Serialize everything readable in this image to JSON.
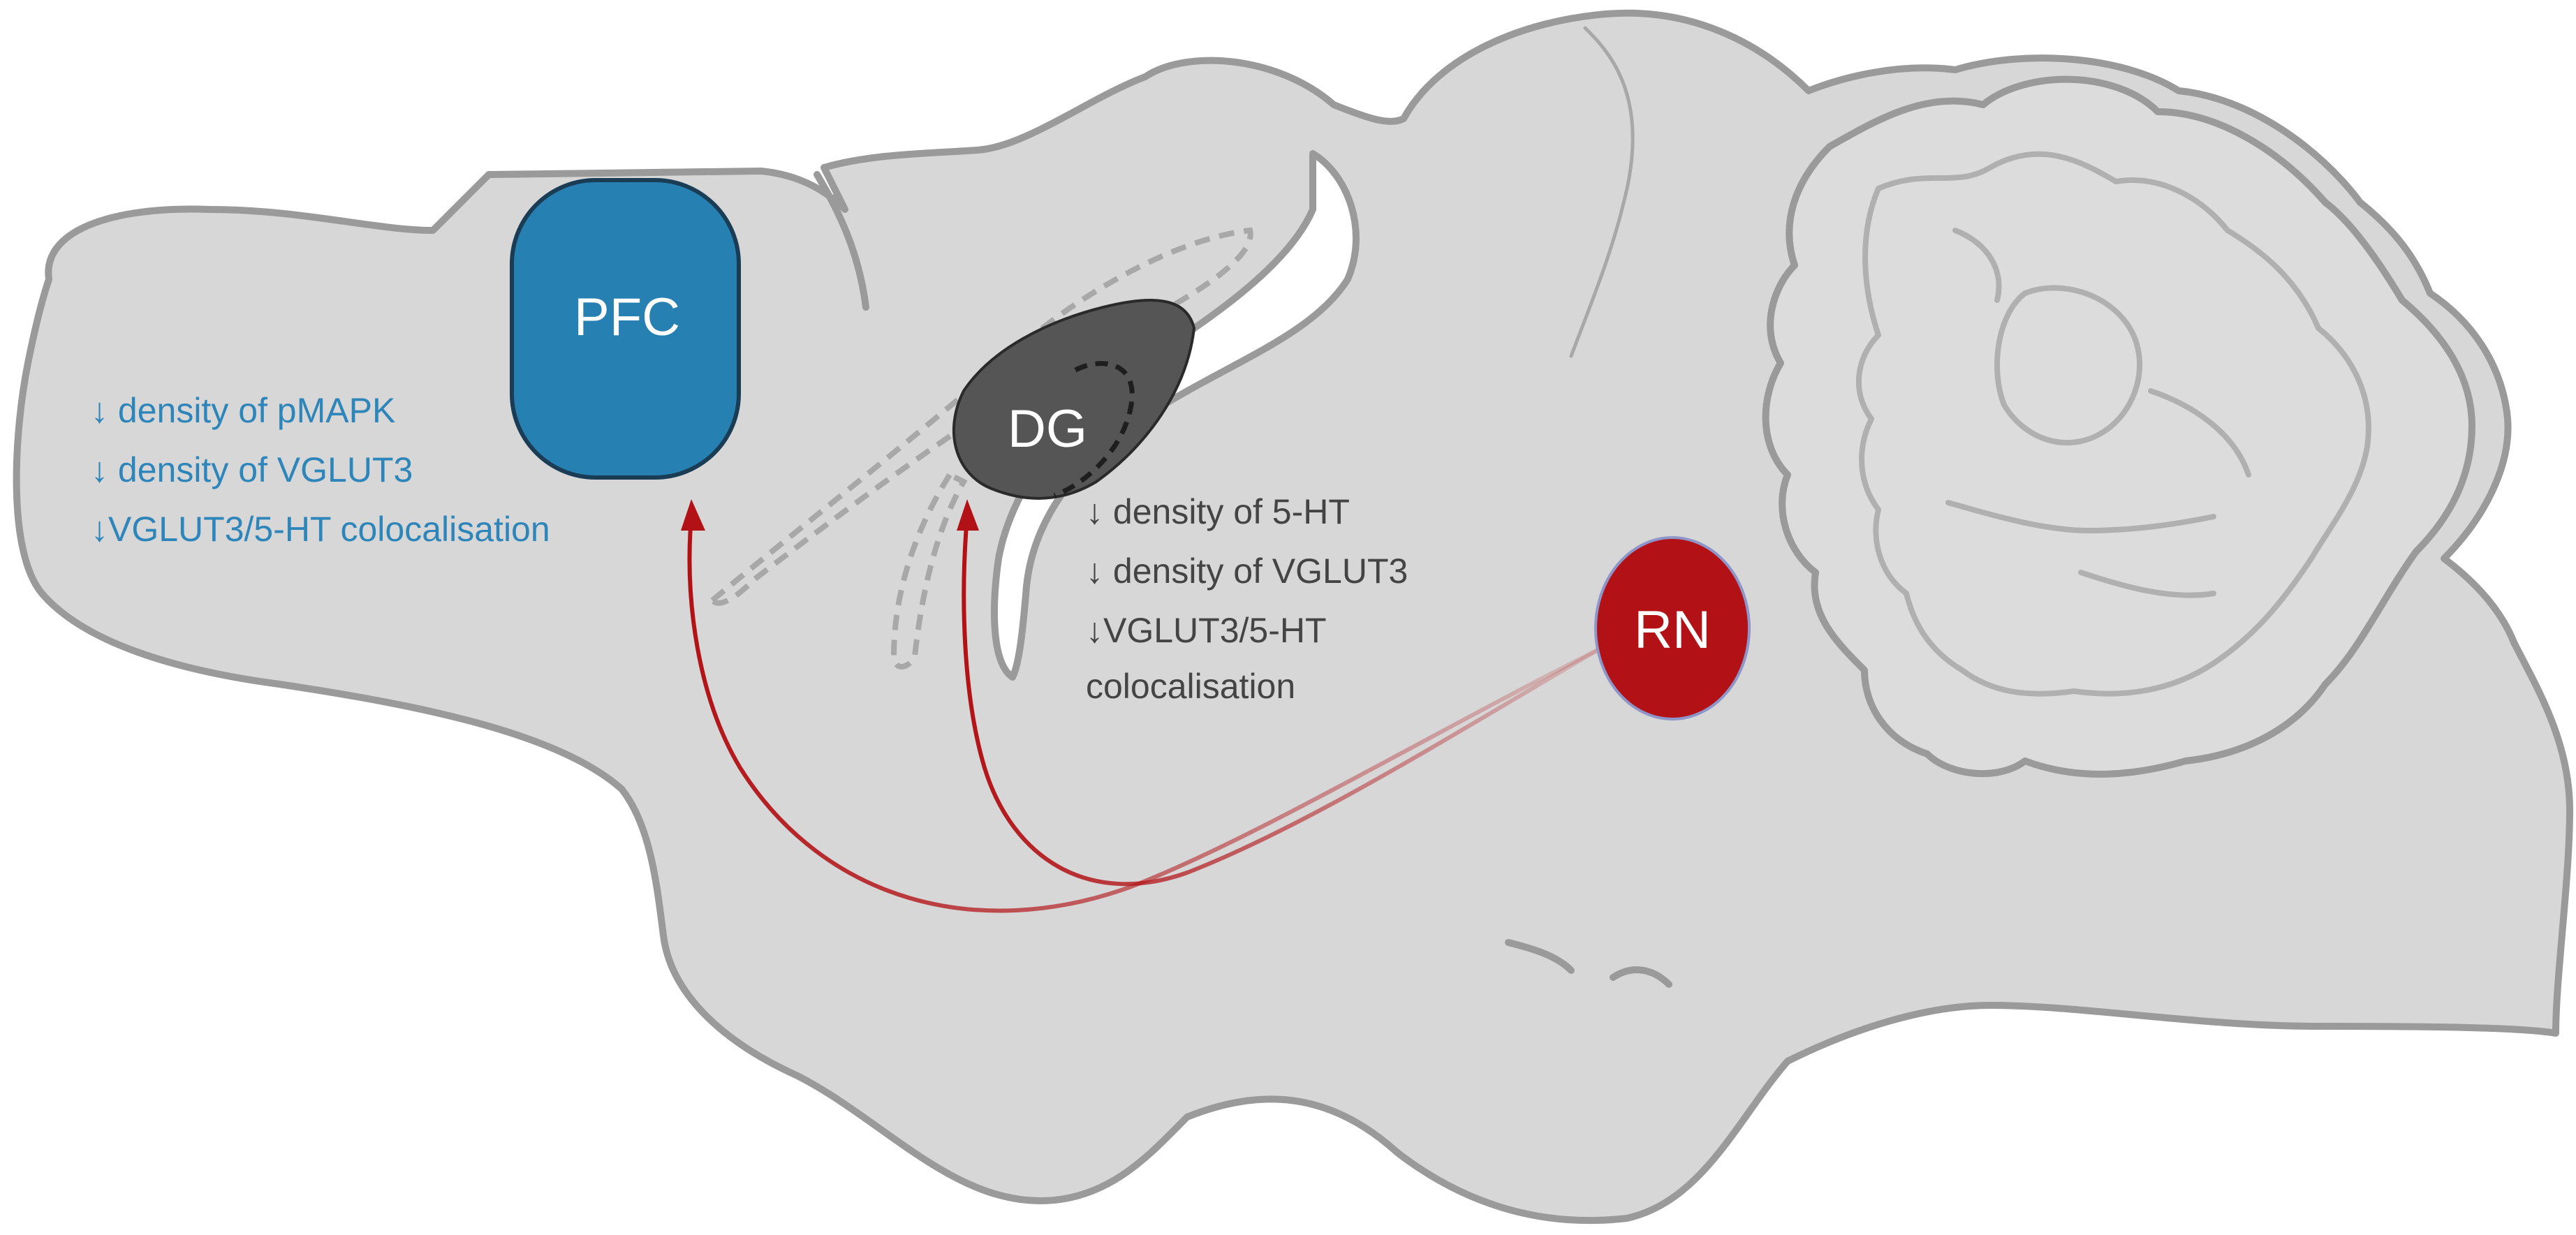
{
  "regions": {
    "pfc": {
      "label": "PFC",
      "color": "#2680b1"
    },
    "dg": {
      "label": "DG",
      "color": "#555555"
    },
    "rn": {
      "label": "RN",
      "color": "#b21216"
    }
  },
  "annotations": {
    "pfc_effects": {
      "color": "#2e85ba",
      "lines": [
        "↓ density of pMAPK",
        "↓ density of VGLUT3",
        "↓VGLUT3/5-HT colocalisation"
      ]
    },
    "dg_effects": {
      "color": "#444444",
      "lines": [
        "↓ density of 5-HT",
        "↓ density of VGLUT3",
        "↓VGLUT3/5-HT",
        "colocalisation"
      ]
    }
  },
  "colors": {
    "brain_fill": "#d7d7d7",
    "brain_outline": "#9a9a9a",
    "projection": "#b21216"
  }
}
